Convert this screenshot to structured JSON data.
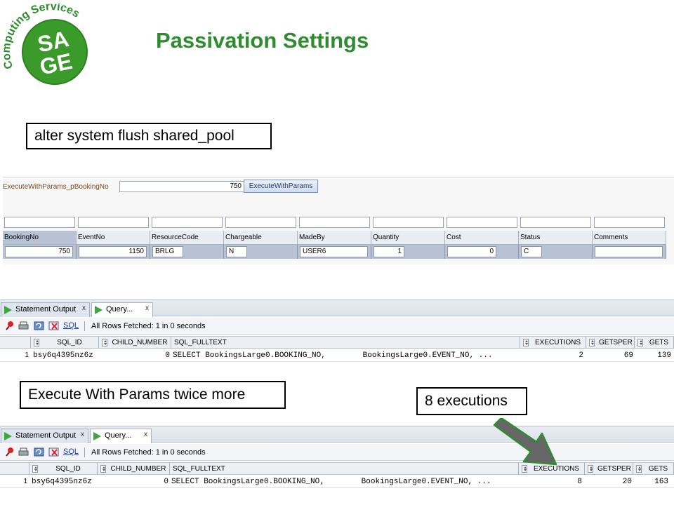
{
  "slide": {
    "title": "Passivation Settings",
    "logo": {
      "ring_text": "Computing Services",
      "letters": "SAGE"
    },
    "callout_flush": "alter system flush shared_pool",
    "callout_execute": "Execute With Params twice more",
    "callout_executions": "8 executions"
  },
  "form": {
    "param_label": "ExecuteWithParams_pBookingNo",
    "param_value": "750",
    "button_label": "ExecuteWithParams",
    "columns": [
      "BookingNo",
      "EventNo",
      "ResourceCode",
      "Chargeable",
      "MadeBy",
      "Quantity",
      "Cost",
      "Status",
      "Comments"
    ],
    "row": [
      "750",
      "1150",
      "BRLG",
      "N",
      "USER6",
      "1",
      "0",
      "C",
      ""
    ]
  },
  "panels": [
    {
      "tab1": "Statement Output",
      "tab2": "Query...",
      "close": "x",
      "sql_link": "SQL",
      "status": "All Rows Fetched: 1 in 0 seconds",
      "headers": [
        "SQL_ID",
        "CHILD_NUMBER",
        "SQL_FULLTEXT",
        "EXECUTIONS",
        "GETSPER",
        "GETS"
      ],
      "row": {
        "num": "1",
        "sql_id": "bsy6q4395nz6z",
        "child": "0",
        "fulltext": "SELECT BookingsLarge0.BOOKING_NO,        BookingsLarge0.EVENT_NO, ...",
        "executions": "2",
        "getsper": "69",
        "gets": "139"
      }
    },
    {
      "tab1": "Statement Output",
      "tab2": "Query...",
      "close": "x",
      "sql_link": "SQL",
      "status": "All Rows Fetched: 1 in 0 seconds",
      "headers": [
        "SQL_ID",
        "CHILD_NUMBER",
        "SQL_FULLTEXT",
        "EXECUTIONS",
        "GETSPER",
        "GETS"
      ],
      "row": {
        "num": "1",
        "sql_id": "bsy6q4395nz6z",
        "child": "0",
        "fulltext": "SELECT BookingsLarge0.BOOKING_NO,        BookingsLarge0.EVENT_NO, ...",
        "executions": "8",
        "getsper": "20",
        "gets": "163"
      }
    }
  ],
  "colors": {
    "title_green": "#2e8b2e",
    "logo_green": "#3a9a2a",
    "arrow_fill": "#666666",
    "arrow_stroke": "#2e8b2e",
    "tab_icon": "#3ea63e"
  },
  "icons": [
    "pin-icon",
    "print-icon",
    "refresh-icon",
    "clear-icon",
    "run-icon"
  ]
}
